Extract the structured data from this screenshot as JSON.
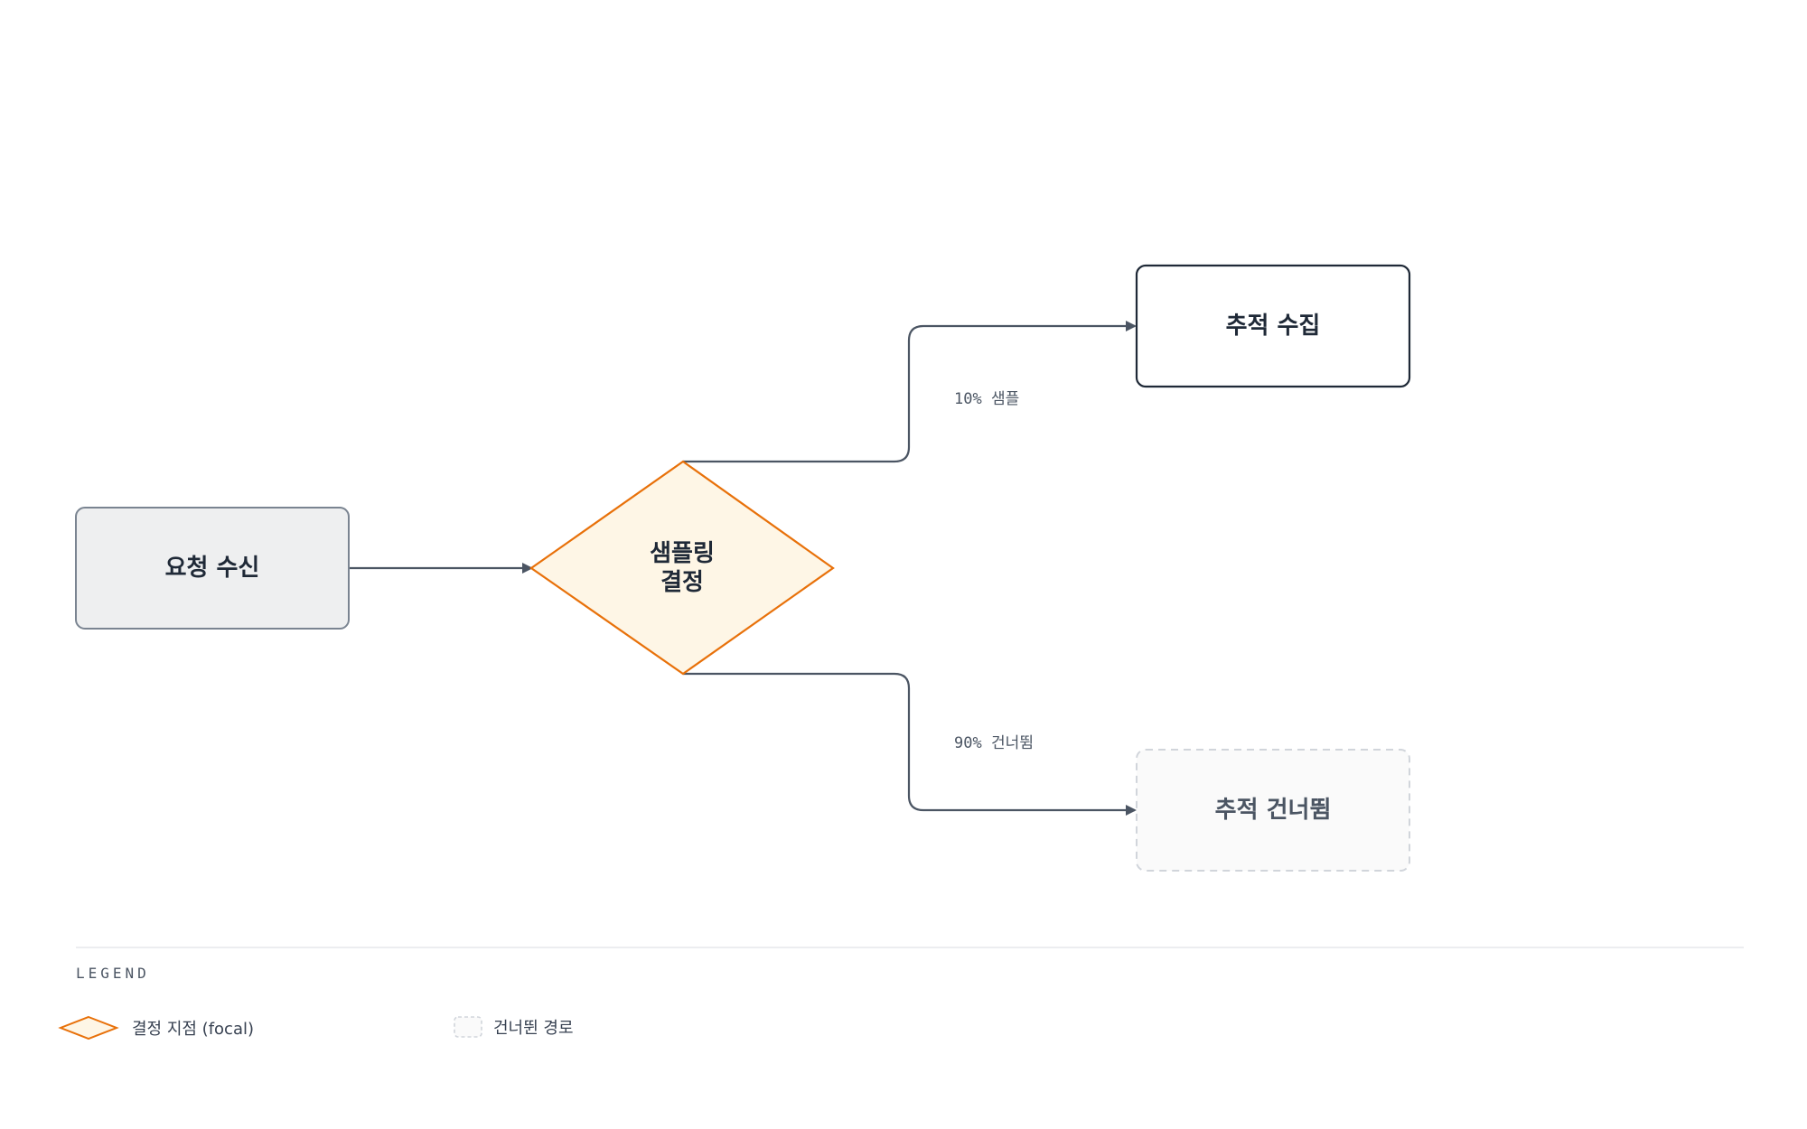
{
  "diagram": {
    "nodes": {
      "receive": {
        "label": "요청 수신"
      },
      "decision": {
        "line1": "샘플링",
        "line2": "결정"
      },
      "collect": {
        "label": "추적 수집"
      },
      "skip": {
        "label": "추적 건너뜀"
      }
    },
    "edges": {
      "sampled": {
        "label": "10% 샘플"
      },
      "skipped": {
        "label": "90% 건너뜀"
      }
    }
  },
  "legend": {
    "title": "LEGEND",
    "items": [
      {
        "label": "결정 지점 (focal)",
        "icon": "diamond-icon"
      },
      {
        "label": "건너뛴 경로",
        "icon": "dashed-box-icon"
      }
    ]
  },
  "colors": {
    "focal_stroke": "#e8710a",
    "focal_fill": "#fef6e6",
    "edge": "#4b5563",
    "node_text": "#1f2937",
    "muted_node_stroke": "#d1d5db",
    "muted_node_fill": "#fafafa",
    "muted_node_text": "#4b5563"
  }
}
